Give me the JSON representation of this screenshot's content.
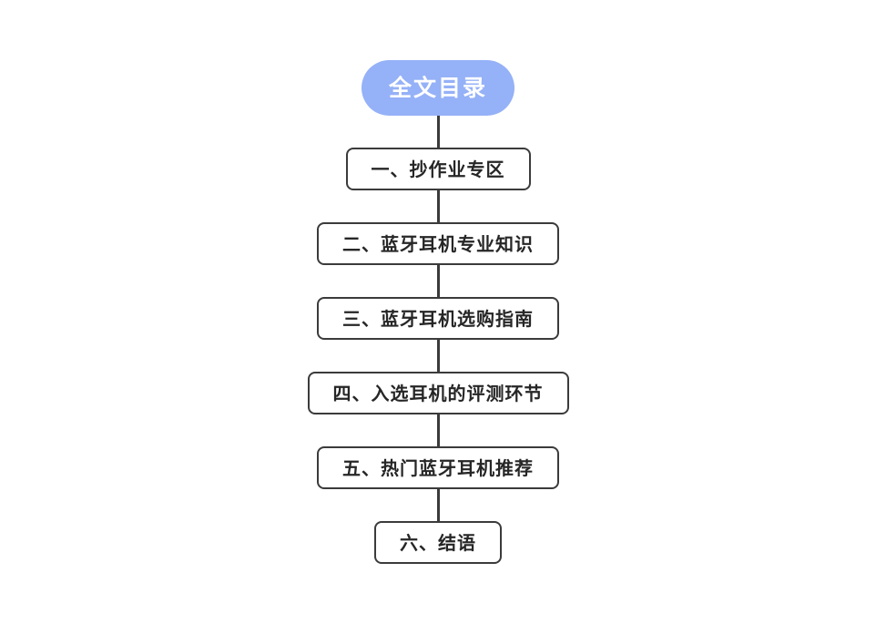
{
  "diagram": {
    "type": "vertical-flowchart",
    "title": "全文目录",
    "background_color": "#ffffff",
    "root": {
      "label": "全文目录",
      "shape": "rounded-pill",
      "fill_color": "#95b1f7",
      "text_color": "#ffffff"
    },
    "node_style": {
      "shape": "rounded-rectangle",
      "fill_color": "#ffffff",
      "border_color": "#3b3b3b",
      "text_color": "#262626"
    },
    "connector": {
      "style": "straight-vertical-line",
      "color": "#3b3b3b"
    },
    "nodes": [
      {
        "index": "一",
        "label": "一、抄作业专区"
      },
      {
        "index": "二",
        "label": "二、蓝牙耳机专业知识"
      },
      {
        "index": "三",
        "label": "三、蓝牙耳机选购指南"
      },
      {
        "index": "四",
        "label": "四、入选耳机的评测环节"
      },
      {
        "index": "五",
        "label": "五、热门蓝牙耳机推荐"
      },
      {
        "index": "六",
        "label": "六、结语"
      }
    ]
  }
}
